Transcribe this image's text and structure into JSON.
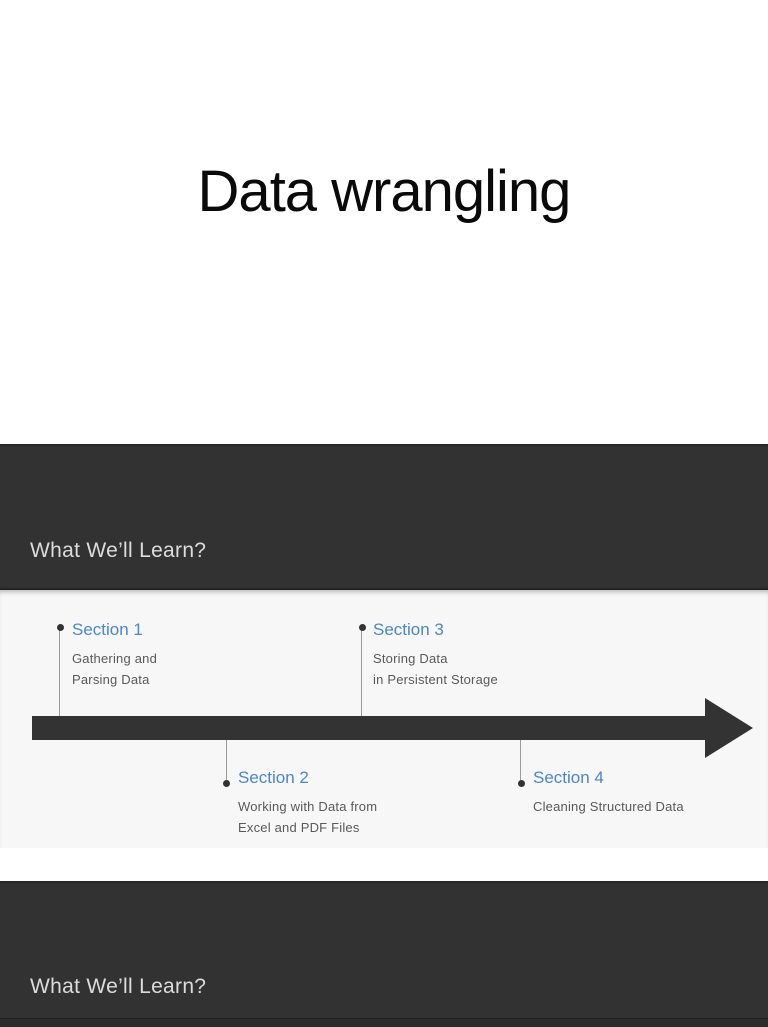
{
  "slide1": {
    "title": "Data wrangling"
  },
  "slide2": {
    "header": "What We’ll Learn?",
    "sections": [
      {
        "label": "Section 1",
        "lines": [
          "Gathering and",
          "Parsing Data"
        ]
      },
      {
        "label": "Section 2",
        "lines": [
          "Working with Data from",
          "Excel and PDF Files"
        ]
      },
      {
        "label": "Section 3",
        "lines": [
          "Storing Data",
          "in Persistent Storage"
        ]
      },
      {
        "label": "Section 4",
        "lines": [
          "Cleaning Structured Data"
        ]
      }
    ]
  },
  "slide3": {
    "header": "What We’ll Learn?"
  },
  "colors": {
    "band_background": "#323232",
    "band_text": "#dcdcdc",
    "content_background": "#f7f7f7",
    "section_title_blue": "#4a86cc",
    "section_body_text": "#595959",
    "arrow_color": "#333333",
    "connector_gray": "#9a9a9a",
    "title_text": "#0a0a0a"
  }
}
